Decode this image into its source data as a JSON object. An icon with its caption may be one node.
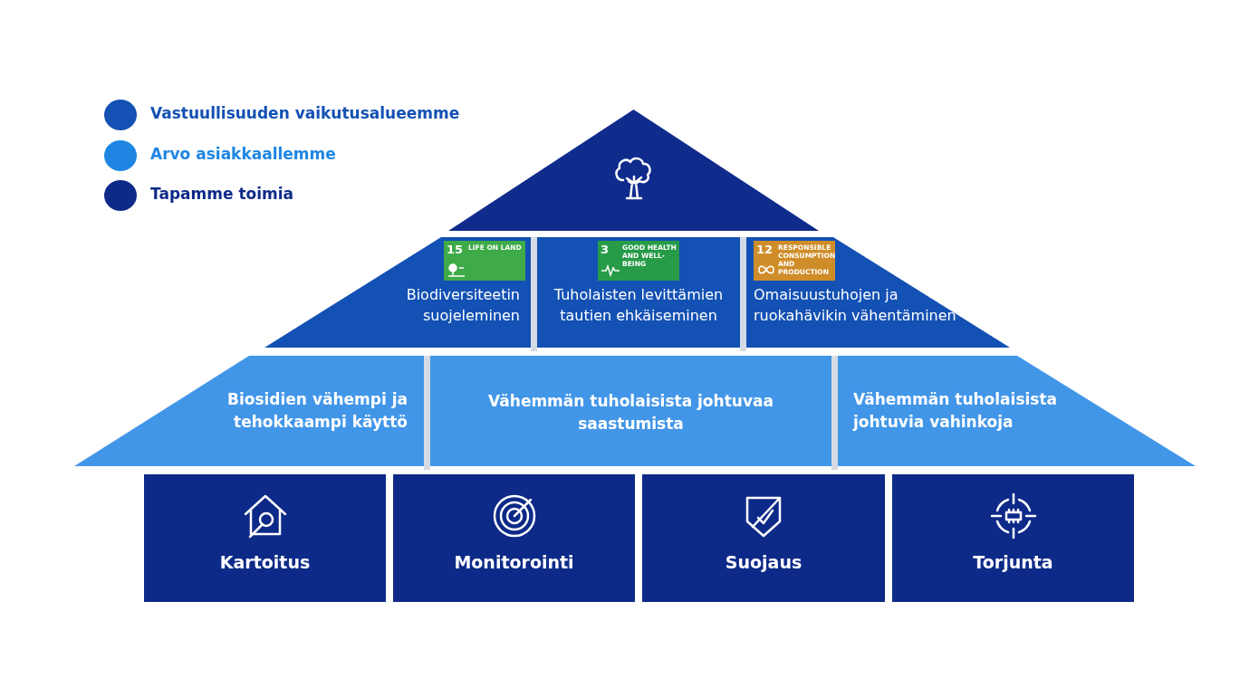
{
  "diagram": {
    "nodes": [
      {
        "text": [],
        "shape": "triangle"
      },
      {
        "text": [
          "Biodiversiteetin suojeleminen"
        ]
      },
      {
        "text": [
          "Tuholaisten levittämien tautien ehkäiseminen"
        ]
      },
      {
        "text": [
          "Omaisuustuhojen ja ruokahävikin vähentäminen"
        ]
      },
      {
        "text": [
          "Biosidien vähempi ja tehokkaampi käyttö"
        ]
      },
      {
        "text": [
          "Vähemmän tuholaisista johtuvaa saastumista"
        ]
      },
      {
        "text": [
          "Vähemmän tuholaisista johtuvia vahinkoja"
        ]
      },
      {
        "text": [
          "Kartoitus"
        ]
      },
      {
        "text": [
          "Monitorointi"
        ]
      },
      {
        "text": [
          "Suojaus"
        ]
      },
      {
        "text": [
          "Torjunta"
        ]
      }
    ],
    "edges": [],
    "labels": [
      "15",
      "LIFE ON LAND",
      "3",
      "GOOD HEALTH AND WELL-BEING",
      "12",
      "RESPONSIBLE CONSUMPTION AND PRODUCTION"
    ],
    "legend": [
      {
        "text": "Vastuullisuuden vaikutusalueemme",
        "color": "#1351b4"
      },
      {
        "text": "Arvo asiakkaallemme",
        "color": "#1e86e2"
      },
      {
        "text": "Tapamme toimia",
        "color": "#0e2a88"
      }
    ]
  }
}
